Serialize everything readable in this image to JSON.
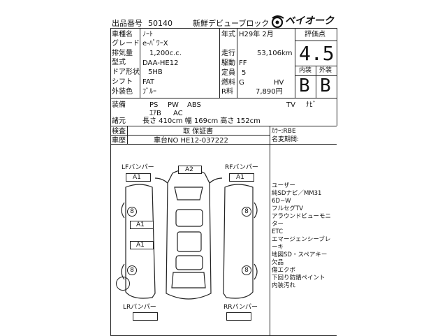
{
  "header": {
    "label": "出品番号",
    "number": "50140",
    "title": "新鮮デビューブロック",
    "brand": "ベイオーク"
  },
  "car": {
    "name_label": "車種名",
    "name": "ﾉｰﾄ",
    "grade_label": "グレード",
    "grade": "e-ﾊﾟﾜｰX",
    "displacement_label": "排気量",
    "displacement": "1,200c.c.",
    "model_label": "型式",
    "model": "DAA-HE12",
    "doors_label": "ドア形状",
    "doors": "5HB",
    "shift_label": "シフト",
    "shift": "FAT",
    "color_label": "外装色",
    "color": "ﾌﾞﾙｰ",
    "year_label": "年式",
    "year": "H29年 2月",
    "mileage_label": "走行",
    "mileage": "53,106km",
    "drive_label": "駆動",
    "drive": "FF",
    "capacity_label": "定員",
    "capacity": "5",
    "fuel_label": "燃料",
    "fuel": "G",
    "fuel_type": "HV",
    "rate_label": "R料",
    "rate": "7,890円"
  },
  "score": {
    "label": "評価点",
    "value": "4.5",
    "interior_label": "内装",
    "interior": "B",
    "exterior_label": "外装",
    "exterior": "B"
  },
  "equipment": {
    "label": "装備",
    "line1": [
      "PS",
      "PW",
      "ABS",
      "TV",
      "ﾅﾋﾞ"
    ],
    "line2": [
      "ｴｱB",
      "AC"
    ]
  },
  "dimensions": {
    "label": "諸元",
    "text": "長さ 410cm 幅 169cm 高さ 152cm"
  },
  "inspection": {
    "label1": "検査",
    "label2": "車歴",
    "cert": "取 保証書",
    "chassis": "車台NO HE12-037222",
    "color_code": "ｶﾗｰ:RBE",
    "history": "名変期間:"
  },
  "diagram": {
    "lf": "LFバンパー",
    "rf": "RFバンパー",
    "lr": "LRバンパー",
    "rr": "RRバンパー",
    "marks": {
      "front": "A2",
      "lf": "A1",
      "rf": "A1",
      "l_door1": "A1",
      "l_door2": "A1",
      "w1": "8",
      "w2": "8",
      "w3": "8",
      "w4": "8"
    }
  },
  "notes": [
    "ユーザー",
    "純SDナビ／MM31",
    "6D−W",
    "フルセグTV",
    "アラウンドビューモニ",
    "ター",
    "ETC",
    "エマージェンシーブレ",
    "ーキ",
    "地図SD・スペアキー",
    "欠品",
    "傷エクボ",
    "下回り防錆ペイント",
    "内装汚れ"
  ]
}
